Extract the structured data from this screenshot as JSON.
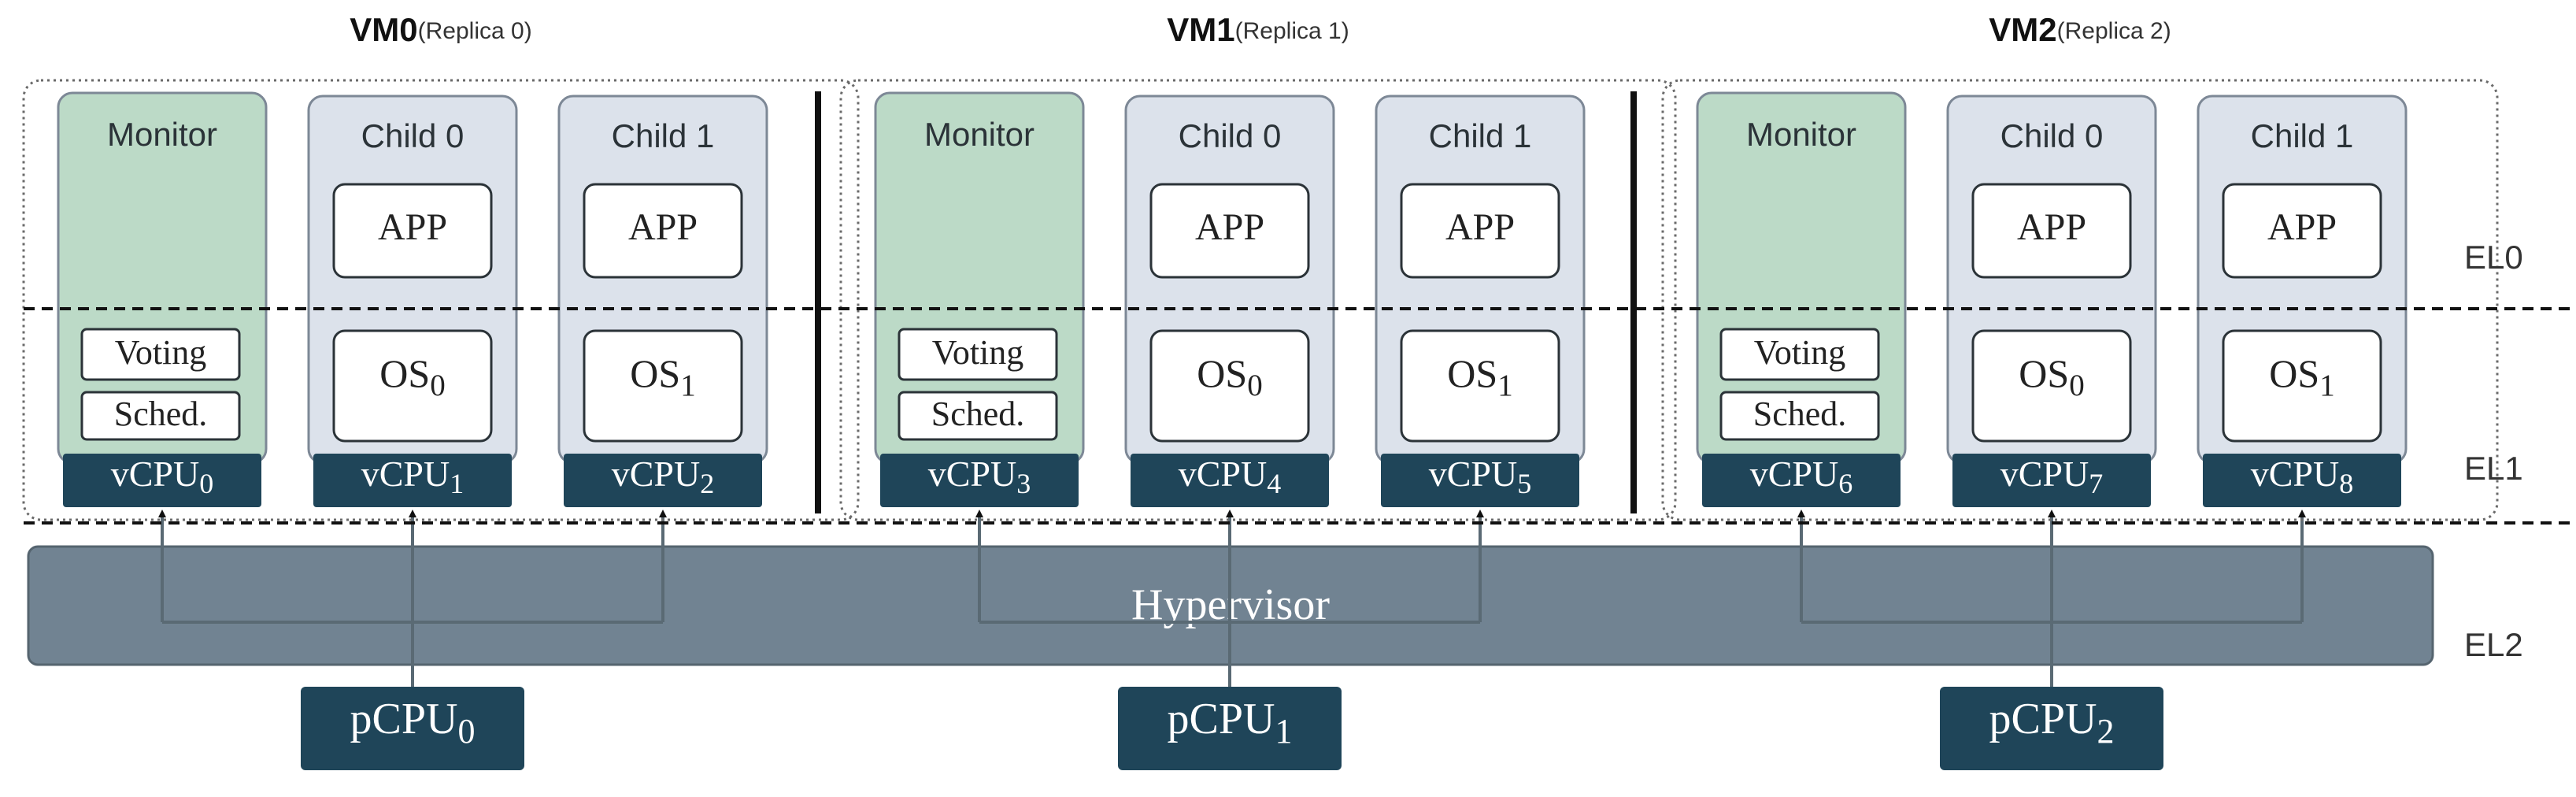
{
  "vms": [
    {
      "id": "0",
      "title": "VM0",
      "subtitle": "(Replica 0)",
      "monitor_label": "Monitor",
      "voting_label": "Voting",
      "sched_label": "Sched.",
      "children": [
        {
          "label": "Child 0",
          "app": "APP",
          "os_base": "OS",
          "os_sub": "0"
        },
        {
          "label": "Child 1",
          "app": "APP",
          "os_base": "OS",
          "os_sub": "1"
        }
      ],
      "vcpus": [
        {
          "base": "vCPU",
          "sub": "0"
        },
        {
          "base": "vCPU",
          "sub": "1"
        },
        {
          "base": "vCPU",
          "sub": "2"
        }
      ]
    },
    {
      "id": "1",
      "title": "VM1",
      "subtitle": "(Replica 1)",
      "monitor_label": "Monitor",
      "voting_label": "Voting",
      "sched_label": "Sched.",
      "children": [
        {
          "label": "Child 0",
          "app": "APP",
          "os_base": "OS",
          "os_sub": "0"
        },
        {
          "label": "Child 1",
          "app": "APP",
          "os_base": "OS",
          "os_sub": "1"
        }
      ],
      "vcpus": [
        {
          "base": "vCPU",
          "sub": "3"
        },
        {
          "base": "vCPU",
          "sub": "4"
        },
        {
          "base": "vCPU",
          "sub": "5"
        }
      ]
    },
    {
      "id": "2",
      "title": "VM2",
      "subtitle": "(Replica 2)",
      "monitor_label": "Monitor",
      "voting_label": "Voting",
      "sched_label": "Sched.",
      "children": [
        {
          "label": "Child 0",
          "app": "APP",
          "os_base": "OS",
          "os_sub": "0"
        },
        {
          "label": "Child 1",
          "app": "APP",
          "os_base": "OS",
          "os_sub": "1"
        }
      ],
      "vcpus": [
        {
          "base": "vCPU",
          "sub": "6"
        },
        {
          "base": "vCPU",
          "sub": "7"
        },
        {
          "base": "vCPU",
          "sub": "8"
        }
      ]
    }
  ],
  "hypervisor_label": "Hypervisor",
  "pcpus": [
    {
      "base": "pCPU",
      "sub": "0"
    },
    {
      "base": "pCPU",
      "sub": "1"
    },
    {
      "base": "pCPU",
      "sub": "2"
    }
  ],
  "levels": {
    "el0": "EL0",
    "el1": "EL1",
    "el2": "EL2"
  },
  "colors": {
    "monitor_fill": "#bcdac7",
    "child_fill": "#dce2eb",
    "box_stroke": "#7d8896",
    "vcpu_fill": "#1f4559",
    "hypervisor_fill": "#718392",
    "hypervisor_stroke": "#55646f",
    "pcpu_fill": "#1f4559",
    "connector": "#5a6a74",
    "text_dark": "#2b3338"
  }
}
